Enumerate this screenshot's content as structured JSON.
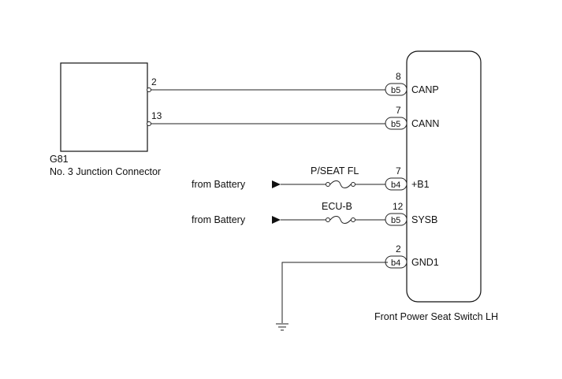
{
  "junction_connector": {
    "code": "G81",
    "name": "No. 3 Junction Connector",
    "pins": [
      "2",
      "13"
    ]
  },
  "switch": {
    "name": "Front Power Seat Switch LH"
  },
  "terminals": [
    {
      "pin": "8",
      "connector": "b5",
      "signal": "CANP"
    },
    {
      "pin": "7",
      "connector": "b5",
      "signal": "CANN"
    },
    {
      "pin": "7",
      "connector": "b4",
      "signal": "+B1"
    },
    {
      "pin": "12",
      "connector": "b5",
      "signal": "SYSB"
    },
    {
      "pin": "2",
      "connector": "b4",
      "signal": "GND1"
    }
  ],
  "fuses": [
    {
      "name": "P/SEAT FL",
      "source": "from Battery"
    },
    {
      "name": "ECU-B",
      "source": "from Battery"
    }
  ],
  "colors": {
    "line": "#222222",
    "background": "#ffffff"
  },
  "icons": [
    "arrow-icon",
    "fuse-icon",
    "ground-icon",
    "terminal-dot-icon"
  ]
}
